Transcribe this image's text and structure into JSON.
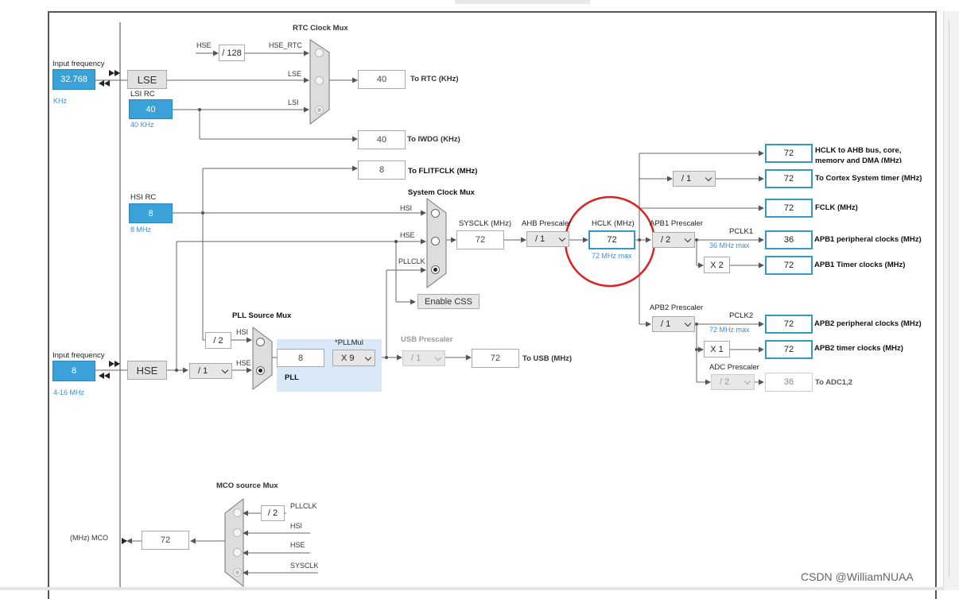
{
  "input_lse": {
    "label": "Input frequency",
    "value": "32.768",
    "unit": "KHz"
  },
  "input_hse": {
    "label": "Input frequency",
    "value": "8",
    "unit": "4-16 MHz"
  },
  "lse": {
    "label": "LSE"
  },
  "hse": {
    "label": "HSE"
  },
  "lsi_rc": {
    "label": "LSI RC",
    "value": "40",
    "unit": "40 KHz"
  },
  "hsi_rc": {
    "label": "HSI RC",
    "value": "8",
    "unit": "8 MHz"
  },
  "rtc_mux": {
    "title": "RTC Clock Mux",
    "hse_label": "HSE",
    "div": "/ 128",
    "hse_rtc": "HSE_RTC",
    "lse": "LSE",
    "lsi": "LSI",
    "out_value": "40",
    "out_label": "To RTC (KHz)"
  },
  "iwdg": {
    "value": "40",
    "label": "To IWDG (KHz)"
  },
  "flit": {
    "value": "8",
    "label": "To FLITFCLK (MHz)"
  },
  "sys_mux": {
    "title": "System Clock Mux",
    "hsi": "HSI",
    "hse": "HSE",
    "pllclk": "PLLCLK",
    "css_button": "Enable CSS"
  },
  "sysclk": {
    "label": "SYSCLK (MHz)",
    "value": "72"
  },
  "ahb": {
    "label": "AHB Prescaler",
    "value": "/ 1"
  },
  "hclk": {
    "label": "HCLK (MHz)",
    "value": "72",
    "max": "72 MHz max"
  },
  "apb1": {
    "label": "APB1 Prescaler",
    "value": "/ 2",
    "pclk": "PCLK1",
    "max": "36 MHz max",
    "mult": "X 2"
  },
  "apb2": {
    "label": "APB2 Prescaler",
    "value": "/ 1",
    "pclk": "PCLK2",
    "max": "72 MHz max",
    "mult": "X 1"
  },
  "adc": {
    "label": "ADC Prescaler",
    "value": "/ 2",
    "out_value": "36",
    "out_label": "To ADC1,2"
  },
  "cortex_div": "/ 1",
  "outputs": [
    {
      "value": "72",
      "label": "HCLK to AHB bus, core,",
      "label2": "memory and DMA (MHz)"
    },
    {
      "value": "72",
      "label": "To Cortex System timer (MHz)"
    },
    {
      "value": "72",
      "label": "FCLK (MHz)"
    },
    {
      "value": "36",
      "label": "APB1 peripheral clocks (MHz)"
    },
    {
      "value": "72",
      "label": "APB1 Timer clocks (MHz)"
    },
    {
      "value": "72",
      "label": "APB2 peripheral clocks (MHz)"
    },
    {
      "value": "72",
      "label": "APB2 timer clocks (MHz)"
    }
  ],
  "pll_src": {
    "title": "PLL Source Mux",
    "hsi": "HSI",
    "hse": "HSE",
    "hsi_div": "/ 2",
    "hse_div": "/ 1"
  },
  "pll": {
    "label": "PLL",
    "input": "8",
    "mul_label": "*PLLMul",
    "mul_value": "X 9"
  },
  "usb": {
    "label": "USB Prescaler",
    "value": "/ 1",
    "out_value": "72",
    "out_label": "To USB (MHz)"
  },
  "mco": {
    "title": "MCO source Mux",
    "pllclk": "PLLCLK",
    "div": "/ 2",
    "hsi": "HSI",
    "hse": "HSE",
    "sysclk": "SYSCLK",
    "label": "(MHz) MCO",
    "value": "72"
  },
  "watermark": "CSDN @WilliamNUAA",
  "colors": {
    "accent": "#3aa2d8",
    "highlight_circle": "#e02020",
    "output_border": "#3399cc"
  }
}
